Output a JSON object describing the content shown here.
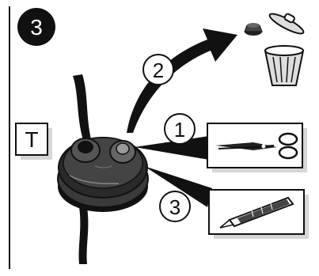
{
  "step_badge": {
    "number": "3"
  },
  "part_label": {
    "letter": "T"
  },
  "callouts": [
    {
      "number": "2",
      "tool": "trash-can-icon"
    },
    {
      "number": "1",
      "tool": "scissors-icon"
    },
    {
      "number": "3",
      "tool": "utility-knife-icon"
    }
  ],
  "colors": {
    "ink": "#111111",
    "shadow": "#d6d6d6",
    "fill_gray": "#3a3a3a"
  }
}
